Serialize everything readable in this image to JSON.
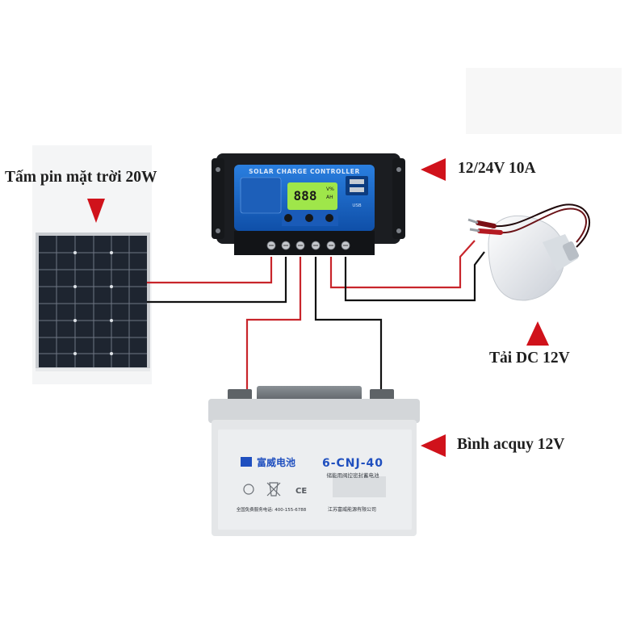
{
  "labels": {
    "solar_panel": "Tấm pin mặt trời 20W",
    "controller": "12/24V 10A",
    "dc_load": "Tải DC 12V",
    "battery": "Bình acquy 12V"
  },
  "controller_device": {
    "header": "SOLAR CHARGE CONTROLLER",
    "display": "888",
    "unit_top": "V%",
    "unit_bottom": "AH",
    "usb": "USB"
  },
  "battery_device": {
    "model": "6-CNJ-40",
    "brand": "富威电池",
    "subtitle": "储能用阀控密封蓄电池",
    "hotline": "全国免费服务电话: 400-155-6788",
    "company": "江苏富威能源有限公司"
  },
  "colors": {
    "arrow": "#d0121b",
    "wire_red": "#c8252b",
    "wire_black": "#111111",
    "controller_body": "#1b1d21",
    "controller_panel": "#1f6fd0",
    "lcd": "#9fe64a",
    "battery_body": "#e4e6e8",
    "battery_top": "#6e7377"
  },
  "icons": [
    "arrow-down-icon",
    "arrow-left-icon",
    "arrow-up-icon",
    "recycle-icon",
    "no-bin-icon",
    "ce-mark-icon"
  ]
}
